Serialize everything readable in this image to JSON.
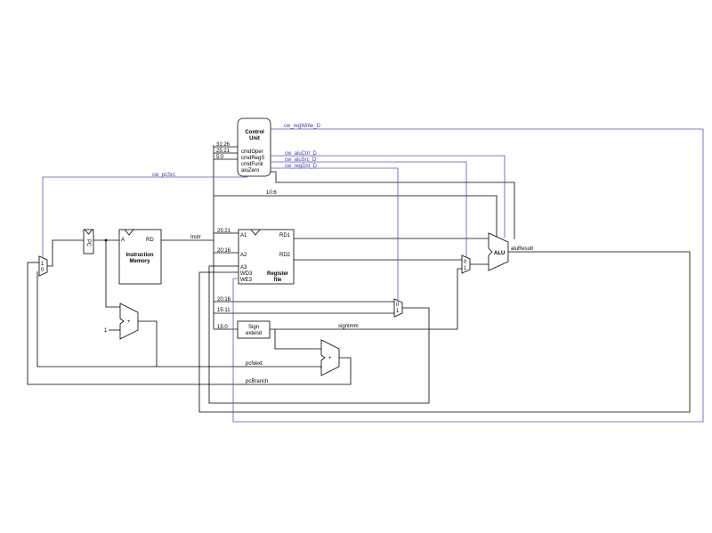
{
  "colors": {
    "wire": "#000000",
    "control_wire": "#5555c0",
    "control_label": "#3a3aa8"
  },
  "control_unit": {
    "title_line1": "Control",
    "title_line2": "Unit",
    "ports": [
      "cmdOper",
      "cmdRegS",
      "cmdFunk",
      "aluZero"
    ],
    "bit_fields": [
      "31:26",
      "25:21",
      "5:0"
    ]
  },
  "signals": {
    "regwrite": "cw_regWrite_D",
    "aluctrl": "cw_aluCtrl_D",
    "alusrc": "cw_aluSrc_D",
    "regdst": "cw_regDst_D",
    "pcsrc": "cw_pcSrc",
    "instr": "Instr",
    "imm_field": "10:6",
    "signimm": "signImm",
    "aluresult": "aluResult",
    "pcnext": "pcNext",
    "pcbranch": "pcBranch"
  },
  "instruction_memory": {
    "line1": "Instruction",
    "line2": "Memory",
    "port_in": "A",
    "port_out": "RD"
  },
  "pc_register": {
    "label": "PC"
  },
  "register_file": {
    "line1": "Register",
    "line2": "file",
    "ports_left": [
      "A1",
      "A2",
      "A3",
      "WD3",
      "WE3"
    ],
    "ports_right": [
      "RD1",
      "RD2"
    ],
    "fields": [
      "25:21",
      "20:16"
    ]
  },
  "regdst_fields": [
    "20:16",
    "15:11"
  ],
  "sign_extend": {
    "field": "15:0",
    "line1": "Sign",
    "line2": "extend"
  },
  "alu": {
    "label": "ALU"
  },
  "adders": {
    "symbol": "+",
    "const_one": "1"
  },
  "mux_labels": {
    "one": "1",
    "zero": "0"
  }
}
